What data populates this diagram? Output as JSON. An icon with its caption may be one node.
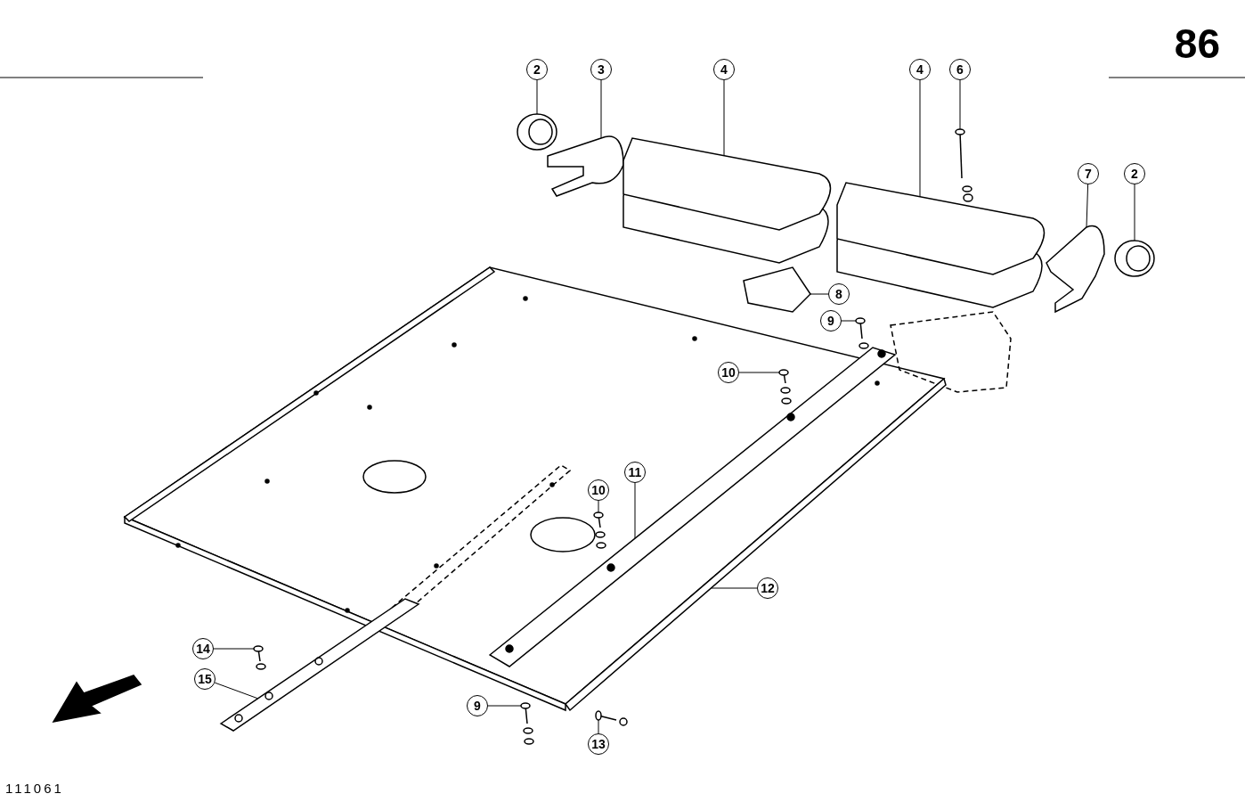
{
  "diagram": {
    "nodes": [
      {
        "text": [
          "2"
        ]
      },
      {
        "text": [
          "3"
        ]
      },
      {
        "text": [
          "4"
        ]
      },
      {
        "text": [
          "4"
        ]
      },
      {
        "text": [
          "6"
        ]
      },
      {
        "text": [
          "7"
        ]
      },
      {
        "text": [
          "2"
        ]
      },
      {
        "text": [
          "8"
        ]
      },
      {
        "text": [
          "9"
        ]
      },
      {
        "text": [
          "10"
        ]
      },
      {
        "text": [
          "10"
        ]
      },
      {
        "text": [
          "11"
        ]
      },
      {
        "text": [
          "12"
        ]
      },
      {
        "text": [
          "14"
        ]
      },
      {
        "text": [
          "15"
        ]
      },
      {
        "text": [
          "9"
        ]
      },
      {
        "text": [
          "13"
        ]
      },
      {
        "text": [],
        "shape": "picture"
      },
      {
        "text": [],
        "shape": "picture"
      },
      {
        "text": [],
        "shape": "picture"
      },
      {
        "text": [],
        "shape": "picture"
      },
      {
        "text": [],
        "shape": "picture"
      },
      {
        "text": [],
        "shape": "picture"
      },
      {
        "text": [],
        "shape": "picture"
      },
      {
        "text": [],
        "shape": "picture"
      },
      {
        "text": [],
        "shape": "picture"
      },
      {
        "text": [],
        "shape": "picture"
      },
      {
        "text": [],
        "shape": "picture"
      },
      {
        "text": [],
        "shape": "picture"
      },
      {
        "text": [],
        "shape": "picture"
      },
      {
        "text": [],
        "shape": "picture"
      },
      {
        "text": [],
        "shape": "picture"
      },
      {
        "text": [],
        "shape": "picture"
      },
      {
        "text": [],
        "shape": "picture"
      }
    ],
    "edges": [
      {
        "from": 0,
        "to": 17,
        "arrow": "none"
      },
      {
        "from": 1,
        "to": 18,
        "arrow": "none"
      },
      {
        "from": 2,
        "to": 19,
        "arrow": "none"
      },
      {
        "from": 3,
        "to": 20,
        "arrow": "none"
      },
      {
        "from": 4,
        "to": 21,
        "arrow": "none"
      },
      {
        "from": 5,
        "to": 22,
        "arrow": "none"
      },
      {
        "from": 6,
        "to": 23,
        "arrow": "none"
      },
      {
        "from": 7,
        "to": 24,
        "arrow": "none"
      },
      {
        "from": 8,
        "to": 25,
        "arrow": "none"
      },
      {
        "from": 9,
        "to": 26,
        "arrow": "none"
      },
      {
        "from": 10,
        "to": 27,
        "arrow": "none"
      },
      {
        "from": 11,
        "to": 28,
        "arrow": "none"
      },
      {
        "from": 12,
        "to": 29,
        "arrow": "none"
      },
      {
        "from": 13,
        "to": 30,
        "arrow": "none"
      },
      {
        "from": 14,
        "to": 31,
        "arrow": "none"
      },
      {
        "from": 15,
        "to": 32,
        "arrow": "none"
      },
      {
        "from": 16,
        "to": 33,
        "arrow": "none"
      }
    ],
    "labels": [
      "86",
      "111061"
    ]
  }
}
